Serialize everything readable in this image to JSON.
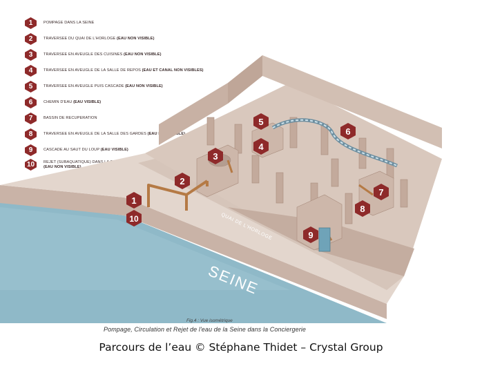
{
  "legend": [
    {
      "num": "1",
      "text": "Pompage dans la Seine",
      "note": ""
    },
    {
      "num": "2",
      "text": "Traversee du quai de l'horloge",
      "note": "(eau non visible)"
    },
    {
      "num": "3",
      "text": "Traversee en aveugle des cuisines",
      "note": "(eau non visible)"
    },
    {
      "num": "4",
      "text": "Traversee en aveugle de la salle de repos",
      "note": "(eau et canal non visibles)"
    },
    {
      "num": "5",
      "text": "Traversee en aveugle puis cascade",
      "note": "(eau non visible)"
    },
    {
      "num": "6",
      "text": "Chemin d'eau",
      "note": "(eau visible)"
    },
    {
      "num": "7",
      "text": "Bassin de recuperation",
      "note": ""
    },
    {
      "num": "8",
      "text": "Traversee en aveugle de la salle des gardes",
      "note": "(eau non visible)"
    },
    {
      "num": "9",
      "text": "Cascade au saut du loup",
      "note": "(eau visible)"
    },
    {
      "num": "10",
      "text": "Rejet (subaquatique) dans la Seine",
      "note": "(eau non visible)"
    }
  ],
  "labels": {
    "quai": "QUAI DE L'HORLOGE",
    "river": "SEINE"
  },
  "markers": [
    "1",
    "10",
    "2",
    "3",
    "4",
    "5",
    "6",
    "7",
    "8",
    "9"
  ],
  "caption": {
    "fig": "Fig.4 : Vue isométrique",
    "subtitle": "Pompage, Circulation et Rejet de l'eau de la Seine dans la Conciergerie",
    "credit": "Parcours de l’eau © Stéphane Thidet – Crystal Group"
  },
  "colors": {
    "marker": "#8e2a2a",
    "stone": "#d8c7bc",
    "stone_dark": "#b9a296",
    "water": "#8fb9c8",
    "pipe": "#b57a45"
  }
}
